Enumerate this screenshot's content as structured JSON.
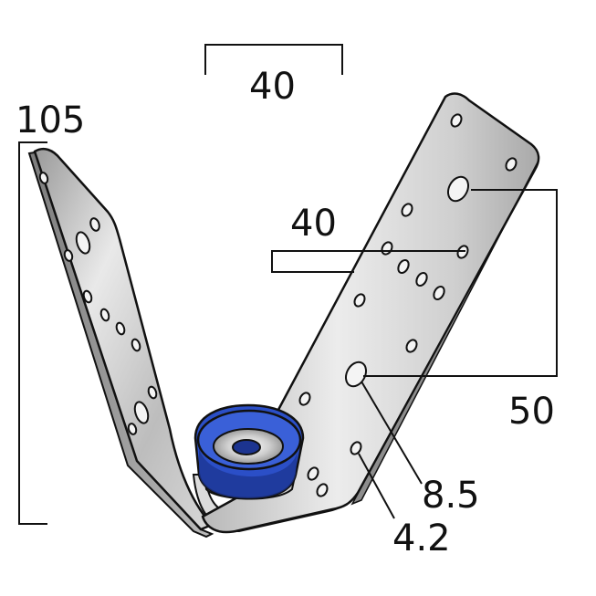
{
  "dimensions": {
    "top_width": "40",
    "height": "105",
    "inner_width": "40",
    "hole_spacing": "50",
    "large_hole_diameter": "8.5",
    "small_hole_diameter": "4.2"
  },
  "colors": {
    "plate_light": "#e6e6e6",
    "plate_mid": "#c9c9c9",
    "plate_dark": "#8f8f8f",
    "outline": "#111111",
    "insulator_blue": "#2b4fc7",
    "insulator_dark": "#1c3490",
    "insulator_grey": "#d8d8d8"
  }
}
